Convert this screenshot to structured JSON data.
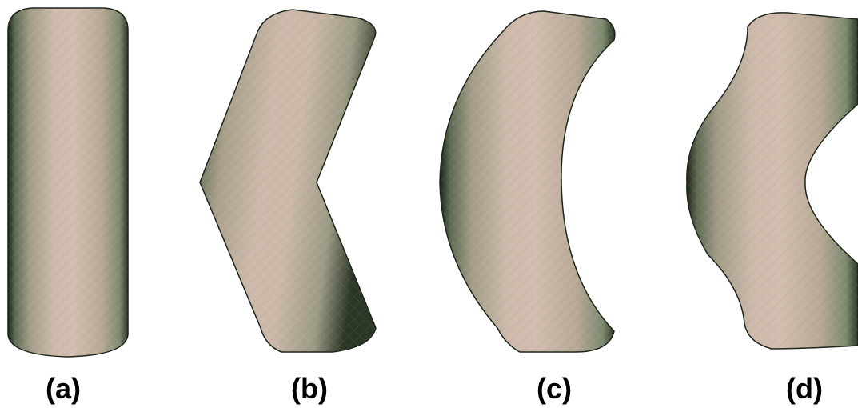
{
  "figure": {
    "captions": {
      "a": "(a)",
      "b": "(b)",
      "c": "(c)",
      "d": "(d)"
    },
    "shapes": {
      "a": "straight-cylinder",
      "b": "sharp-bent-cylinder",
      "c": "smooth-curved-cylinder",
      "d": "s-curved-cylinder"
    },
    "colors": {
      "surface_light": "#cdb9aa",
      "surface_mid": "#b3a795",
      "surface_shadow": "#7d8a70",
      "outline": "#1b2318",
      "background": "#ffffff"
    }
  }
}
